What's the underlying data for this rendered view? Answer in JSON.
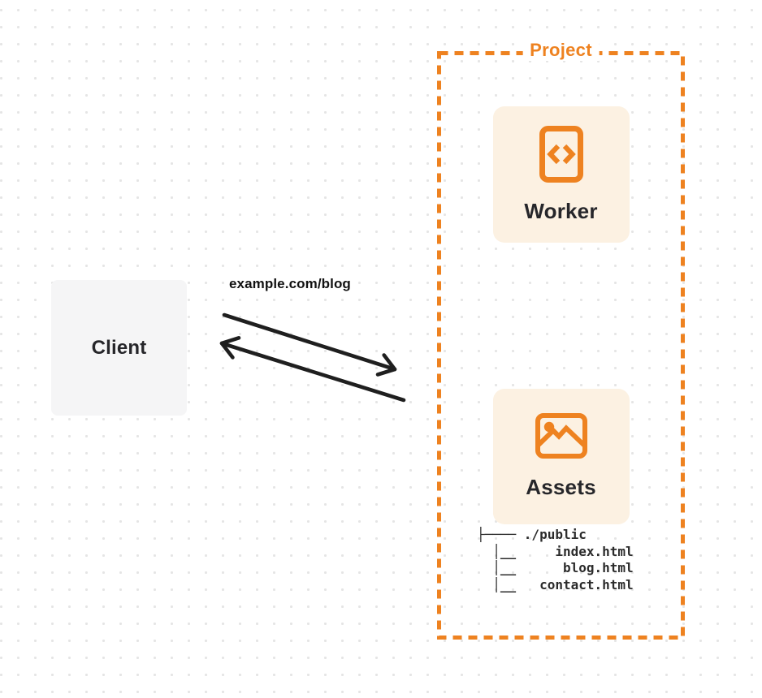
{
  "client": {
    "label": "Client"
  },
  "request": {
    "url_label": "example.com/blog"
  },
  "project": {
    "title": "Project",
    "worker": {
      "label": "Worker",
      "icon": "code-file-icon"
    },
    "assets": {
      "label": "Assets",
      "icon": "image-icon"
    },
    "file_tree_text": "├──── ./public\n  │__     index.html\n  │__      blog.html\n  │__   contact.html"
  },
  "colors": {
    "orange": "#EE8220",
    "card_bg": "#FCF1E2",
    "client_bg": "#F5F5F6",
    "arrow": "#1F1F1F",
    "text": "#26262A",
    "dot": "#E5E5E5"
  }
}
